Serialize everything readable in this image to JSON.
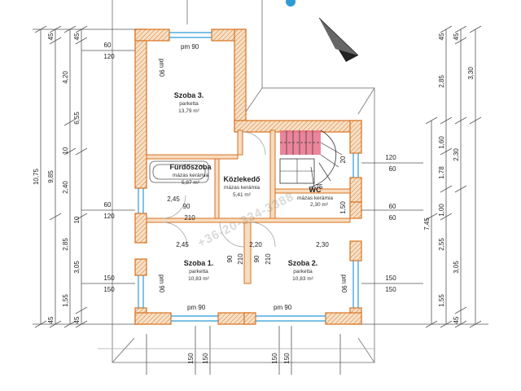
{
  "rooms": [
    {
      "key": "szoba3",
      "name": "Szoba 3.",
      "floor": "parketta",
      "area": "13,79 m²"
    },
    {
      "key": "furdo",
      "name": "Fürdőszoba",
      "floor": "mázas kerámia",
      "area": "5,87 m²"
    },
    {
      "key": "kozlekedo",
      "name": "Közlekedő",
      "floor": "mázas kerámia",
      "area": "5,41 m²"
    },
    {
      "key": "wc",
      "name": "WC",
      "floor": "mázas kerámia",
      "area": "2,30 m²"
    },
    {
      "key": "szoba1",
      "name": "Szoba 1.",
      "floor": "parketta",
      "area": "10,83 m²"
    },
    {
      "key": "szoba2",
      "name": "Szoba 2.",
      "floor": "parketta",
      "area": "10,83 m²"
    }
  ],
  "labels": {
    "pm90": "pm 90",
    "d60": "60",
    "d120": "120",
    "d150": "150",
    "d90": "90",
    "d210": "210",
    "d75": "75",
    "d245": "2,45",
    "d220": "2,20",
    "d230": "2,30",
    "d10": "10",
    "d45": "45",
    "d420": "4,20",
    "d655": "6,55",
    "d1075": "10,75",
    "d985": "9,85",
    "d240": "2,40",
    "d285": "2,85",
    "d305": "3,05",
    "d155": "1,55",
    "d160": "1,60",
    "d178": "1,78",
    "d100": "1,00",
    "d255": "2,55",
    "d745": "7,45",
    "d330": "3,30",
    "d20": "20",
    "d150b": "1,50"
  },
  "watermark": "+36-20-334-3388",
  "colors": {
    "wall": "#d9721f",
    "wallFill": "#f6dcc0",
    "line": "#333333",
    "stair": "#e8708a",
    "glass": "#2f9ad6"
  }
}
